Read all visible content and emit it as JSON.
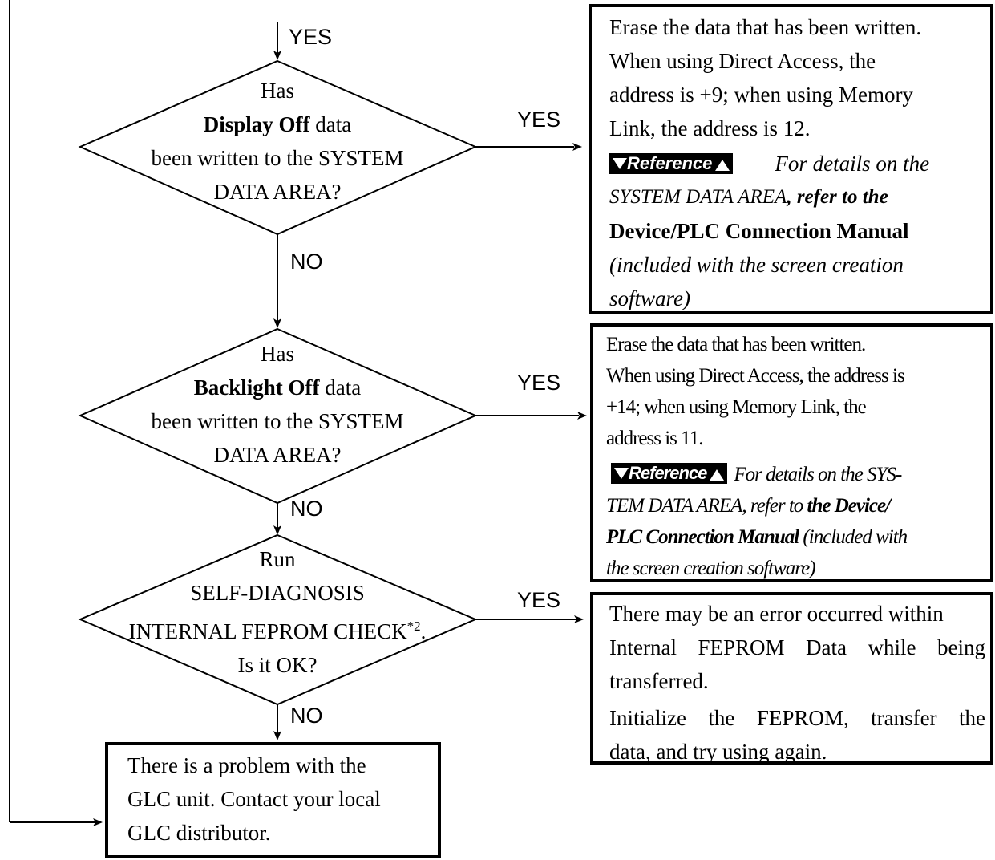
{
  "flow": {
    "labels": {
      "yes_top": "YES",
      "yes_1": "YES",
      "no_1": "NO",
      "yes_2": "YES",
      "no_2": "NO",
      "yes_3": "YES",
      "no_3": "NO"
    },
    "decision1": {
      "line1": "Has",
      "bold": "Display Off",
      "line2_rest": " data",
      "line3": "been written to the SYSTEM",
      "line4": "DATA AREA?"
    },
    "decision2": {
      "line1": "Has",
      "bold": "Backlight Off",
      "line2_rest": " data",
      "line3": "been written to the SYSTEM",
      "line4": "DATA AREA?"
    },
    "decision3": {
      "line1": "Run",
      "line2": "SELF-DIAGNOSIS",
      "line3": "INTERNAL FEPROM CHECK",
      "sup": "*2",
      "line3_end": ".",
      "line4": "Is it OK?"
    },
    "box1": {
      "line1": "Erase the data that has been written.",
      "line2": "When using Direct Access, the",
      "line3": "address is +9; when using Memory",
      "line4": "Link, the address is 12.",
      "ref_badge": "Reference",
      "ref_line1": "For details on the",
      "ref_line2a": "SYSTEM DATA AREA",
      "ref_line2b": ", refer to ",
      "ref_line2c": "the",
      "ref_line3": "Device/PLC Connection Manual",
      "ref_line4": "(included with the screen creation",
      "ref_line5": "software)"
    },
    "box2": {
      "line1": "Erase the data that has been written.",
      "line2": "When using Direct Access, the address is",
      "line3": "+14; when using Memory Link, the",
      "line4": "address is 11.",
      "ref_badge": "Reference",
      "ref_line1": "For details on the SYS-",
      "ref_line2a": "TEM DATA AREA",
      "ref_line2b": ", refer to ",
      "ref_line2c": "the Device/",
      "ref_line3a": "PLC Connection Manual",
      "ref_line3b": " (included with",
      "ref_line4": "the screen creation software)"
    },
    "box3": {
      "line1": "There may be an error occurred within",
      "line2": "Internal FEPROM Data while being",
      "line3": "transferred.",
      "line4": "Initialize the FEPROM, transfer the",
      "line5": "data, and try using again."
    },
    "box4": {
      "line1": "There is a problem with the",
      "line2": "GLC unit. Contact your local",
      "line3": "GLC distributor."
    },
    "colors": {
      "ink": "#000000",
      "paper": "#ffffff"
    }
  }
}
